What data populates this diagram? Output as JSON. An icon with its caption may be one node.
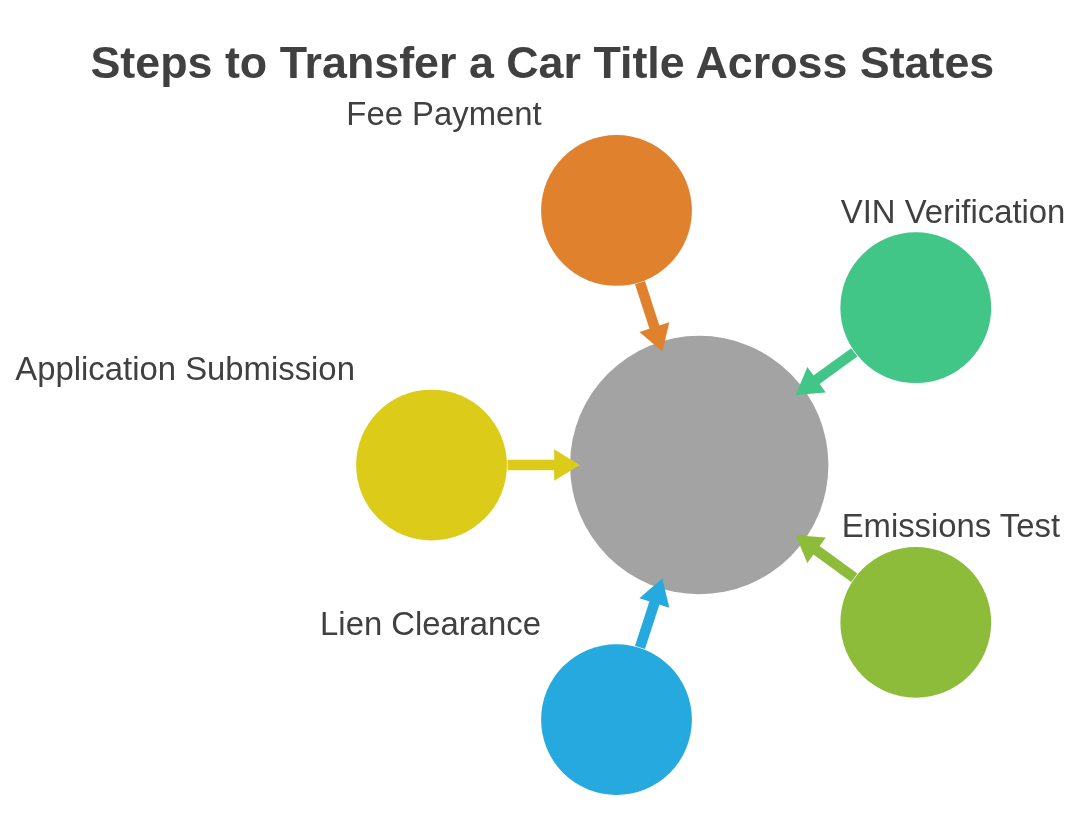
{
  "diagram": {
    "title": "Steps to Transfer a Car Title Across States",
    "nodes": [
      {
        "text": [
          "Fee Payment"
        ]
      },
      {
        "text": [
          "VIN Verification"
        ]
      },
      {
        "text": [],
        "shape": "circle"
      },
      {
        "text": [
          "Application Submission"
        ]
      },
      {
        "text": [
          "Emissions Test"
        ]
      },
      {
        "text": [
          "Lien Clearance"
        ]
      }
    ],
    "edges": [
      {
        "from": 0,
        "to": 2,
        "arrow": "to",
        "color": "#e0812e"
      },
      {
        "from": 1,
        "to": 2,
        "arrow": "to",
        "color": "#41c687"
      },
      {
        "from": 3,
        "to": 2,
        "arrow": "to",
        "color": "#ddcb1a"
      },
      {
        "from": 4,
        "to": 2,
        "arrow": "to",
        "color": "#8dbb3a"
      },
      {
        "from": 5,
        "to": 2,
        "arrow": "to",
        "color": "#25a9de"
      }
    ]
  }
}
